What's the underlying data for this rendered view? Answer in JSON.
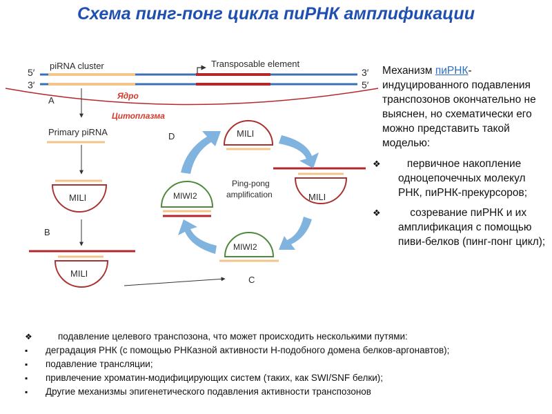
{
  "title": "Схема пинг-понг цикла пиРНК амплификации",
  "diagram": {
    "five_prime": "5′",
    "three_prime": "3′",
    "pirna_cluster": "piRNA cluster",
    "transposable_element": "Transposable element",
    "nucleus": "Ядро",
    "cytoplasm": "Цитоплазма",
    "label_a": "A",
    "label_b": "B",
    "label_c": "C",
    "label_d": "D",
    "primary_pirna": "Primary piRNA",
    "mili": "MILI",
    "miwi2": "MIWI2",
    "ping_pong_line1": "Ping-pong",
    "ping_pong_line2": "amplification"
  },
  "right_panel": {
    "intro_before": "Механизм ",
    "intro_link": "пиРНК",
    "intro_after": "-индуцированного подавления транспозонов окончательно не выяснен, но схематически его можно представить такой моделью:",
    "bullets": [
      "первичное накопление одноцепочечных молекул РНК, пиРНК-прекурсоров;",
      "созревание пиРНК и их амплификация с помощью пиви-белков (пинг-понг цикл);"
    ]
  },
  "bottom": {
    "header": "подавление целевого транспозона, что может происходить несколькими путями:",
    "items": [
      "деградация РНК (с помощью РНКазной активности Н-подобного домена белков-аргонавтов);",
      "подавление трансляции;",
      "привлечение хроматин-модифицирующих систем (таких, как SWI/SNF белки);",
      "Другие механизмы эпигенетического подавления активности транспозонов"
    ]
  },
  "colors": {
    "title": "#1f4fb0",
    "dna_blue": "#3b6fb6",
    "pirna_orange": "#f5c48a",
    "transposon_red": "#b5262b",
    "mili_outline": "#a83232",
    "miwi2_outline": "#4e8a3c",
    "arrow_blue": "#6aa6d8",
    "link": "#2a6ec1"
  }
}
